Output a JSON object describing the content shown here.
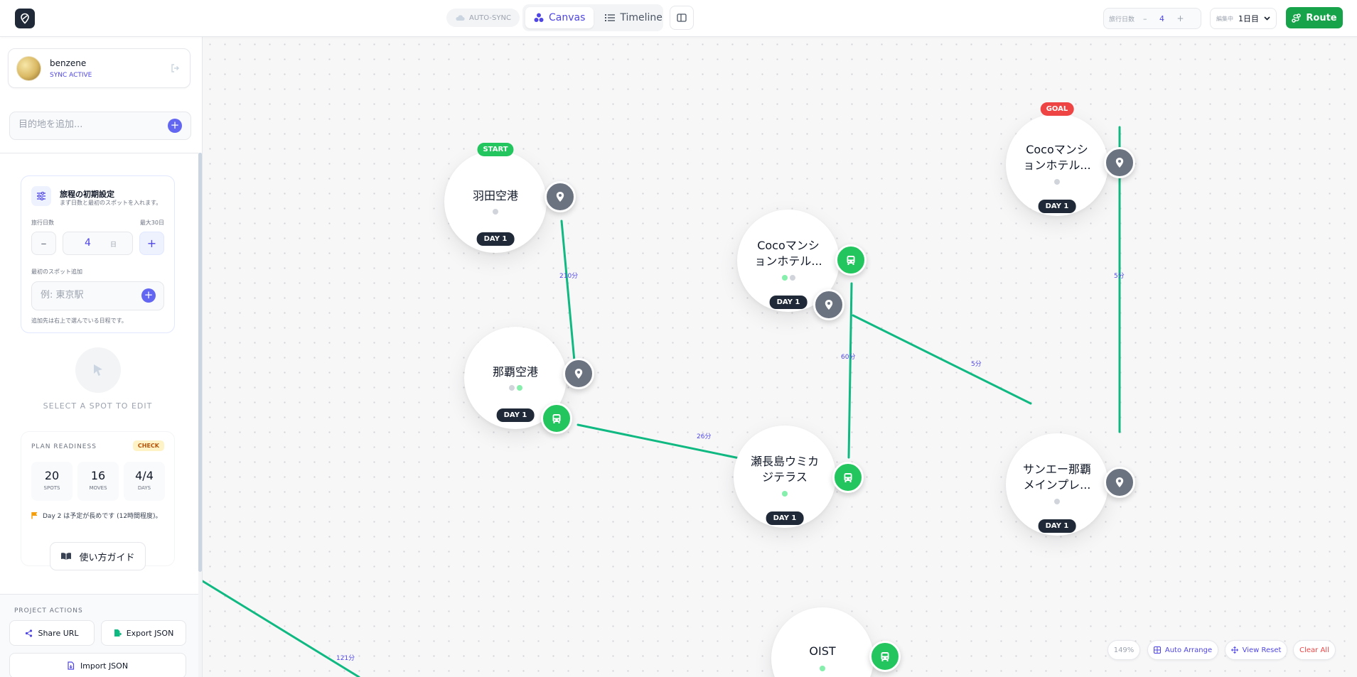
{
  "topbar": {
    "auto_sync": "AUTO-SYNC",
    "tabs": [
      {
        "label": "Canvas",
        "active": true,
        "icon": "shapes-icon"
      },
      {
        "label": "Timeline",
        "active": false,
        "icon": "list-icon"
      }
    ],
    "days_label": "旅行日数",
    "days_decrement": "–",
    "days_value": "4",
    "days_increment": "+",
    "editing_label": "編集中",
    "editing_value": "1日目",
    "route_label": "Route"
  },
  "sidebar": {
    "user": {
      "name": "benzene",
      "status": "SYNC ACTIVE"
    },
    "destination_placeholder": "目的地を追加...",
    "init": {
      "title": "旅程の初期設定",
      "subtitle": "まず日数と最初のスポットを入れます。",
      "days_label": "旅行日数",
      "max_label": "最大30日",
      "minus": "–",
      "value": "4",
      "unit": "日",
      "plus": "+",
      "first_spot_label": "最初のスポット追加",
      "first_spot_placeholder": "例: 東京駅",
      "note": "追加先は右上で選んでいる日程です。"
    },
    "select_hint": "SELECT A SPOT TO EDIT",
    "readiness": {
      "title": "PLAN READINESS",
      "badge": "CHECK",
      "stats": [
        {
          "value": "20",
          "label": "SPOTS"
        },
        {
          "value": "16",
          "label": "MOVES"
        },
        {
          "value": "4/4",
          "label": "DAYS"
        }
      ],
      "warning": "Day 2 は予定が長めです (12時間程度)。"
    },
    "guide_label": "使い方ガイド",
    "project": {
      "title": "PROJECT ACTIONS",
      "share": "Share URL",
      "export": "Export JSON",
      "import": "Import JSON"
    }
  },
  "canvas": {
    "nodes": [
      {
        "id": "haneda",
        "name": "羽田空港",
        "day": "DAY 1",
        "tag": "START"
      },
      {
        "id": "naha",
        "name": "那覇空港",
        "day": "DAY 1"
      },
      {
        "id": "coco1",
        "name_line1": "Cocoマンシ",
        "name_line2": "ョンホテル...",
        "day": "DAY 1"
      },
      {
        "id": "senaga",
        "name_line1": "瀬長島ウミカ",
        "name_line2": "ジテラス",
        "day": "DAY 1"
      },
      {
        "id": "coco2",
        "name_line1": "Cocoマンシ",
        "name_line2": "ョンホテル...",
        "day": "DAY 1",
        "tag": "GOAL"
      },
      {
        "id": "sanei",
        "name_line1": "サンエー那覇",
        "name_line2": "メインプレ...",
        "day": "DAY 1"
      },
      {
        "id": "oist",
        "name": "OIST"
      }
    ],
    "edge_labels": [
      "210分",
      "26分",
      "60分",
      "5分",
      "5分",
      "121分"
    ],
    "colors": {
      "edge": "#10b981",
      "start": "#22c55e",
      "goal": "#ef4444",
      "accent": "#4f46e5"
    },
    "controls": {
      "zoom": "149%",
      "auto_arrange": "Auto Arrange",
      "view_reset": "View Reset",
      "clear_all": "Clear All"
    }
  }
}
